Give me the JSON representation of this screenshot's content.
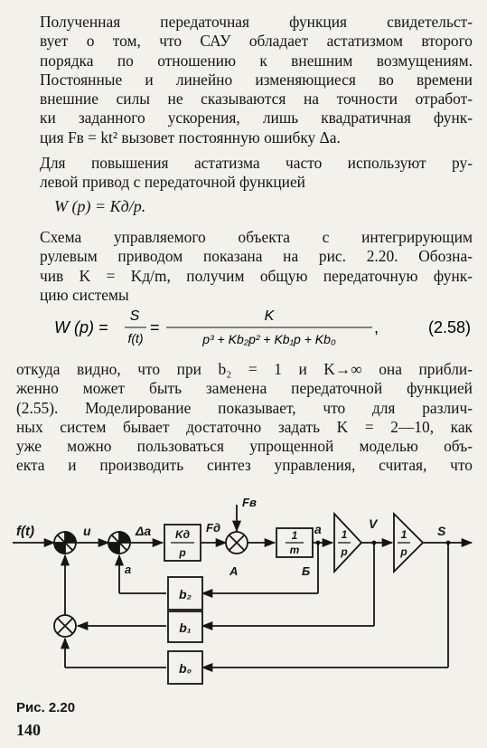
{
  "para1": [
    "Полученная передаточная функция свидетельст-",
    "вует о том, что САУ обладает астатизмом второго",
    "порядка по отношению к внешним  возмущениям.",
    "Постоянные и линейно изменяющиеся во времени",
    "внешние силы не сказываются на точности отработ-",
    "ки заданного ускорения, лишь квадратичная функ-",
    "ция Fв = kt² вызовет постоянную ошибку Δa."
  ],
  "para2": [
    "Для повышения астатизма часто используют ру-",
    "левой привод с передаточной функцией"
  ],
  "eq1": "W (p) = Kд/p.",
  "para3": [
    "Схема управляемого объекта с интегрирующим",
    "рулевым приводом показана на рис. 2.20. Обозна-",
    "чив K = Kд/m, получим общую передаточную функ-",
    "цию системы"
  ],
  "eq2": {
    "lhs": "W (p) =",
    "frac1_num": "S",
    "frac1_den": "f(t)",
    "eqsign": "=",
    "frac2_num": "K",
    "frac2_den": "p³ + Kb₂p² + Kb₁p + Kb₀",
    "tail": ",",
    "number": "(2.58)"
  },
  "para4": [
    "откуда видно, что при b₂ = 1 и K→∞ она  прибли-",
    "женно может быть заменена передаточной функцией",
    "(2.55). Моделирование показывает, что для различ-",
    "ных систем бывает достаточно задать K = 2—10, как",
    "уже можно пользоваться упрощенной моделью объ-",
    "екта и производить синтез управления, считая, что"
  ],
  "diagram": {
    "labels": {
      "input": "f(t)",
      "u": "u",
      "delta_a": "Δa",
      "kd_num": "Kд",
      "kd_den": "p",
      "fd": "Fд",
      "fb": "Fв",
      "m_num": "1",
      "m_den": "m",
      "a_out": "a",
      "int1_num": "1",
      "int1_den": "p",
      "v": "V",
      "int2_num": "1",
      "int2_den": "p",
      "s": "S",
      "a_fb": "a",
      "point_a": "A",
      "point_b": "Б",
      "b2": "b₂",
      "b1": "b₁",
      "b0": "b₀"
    }
  },
  "caption": "Рис. 2.20",
  "page_number": "140"
}
